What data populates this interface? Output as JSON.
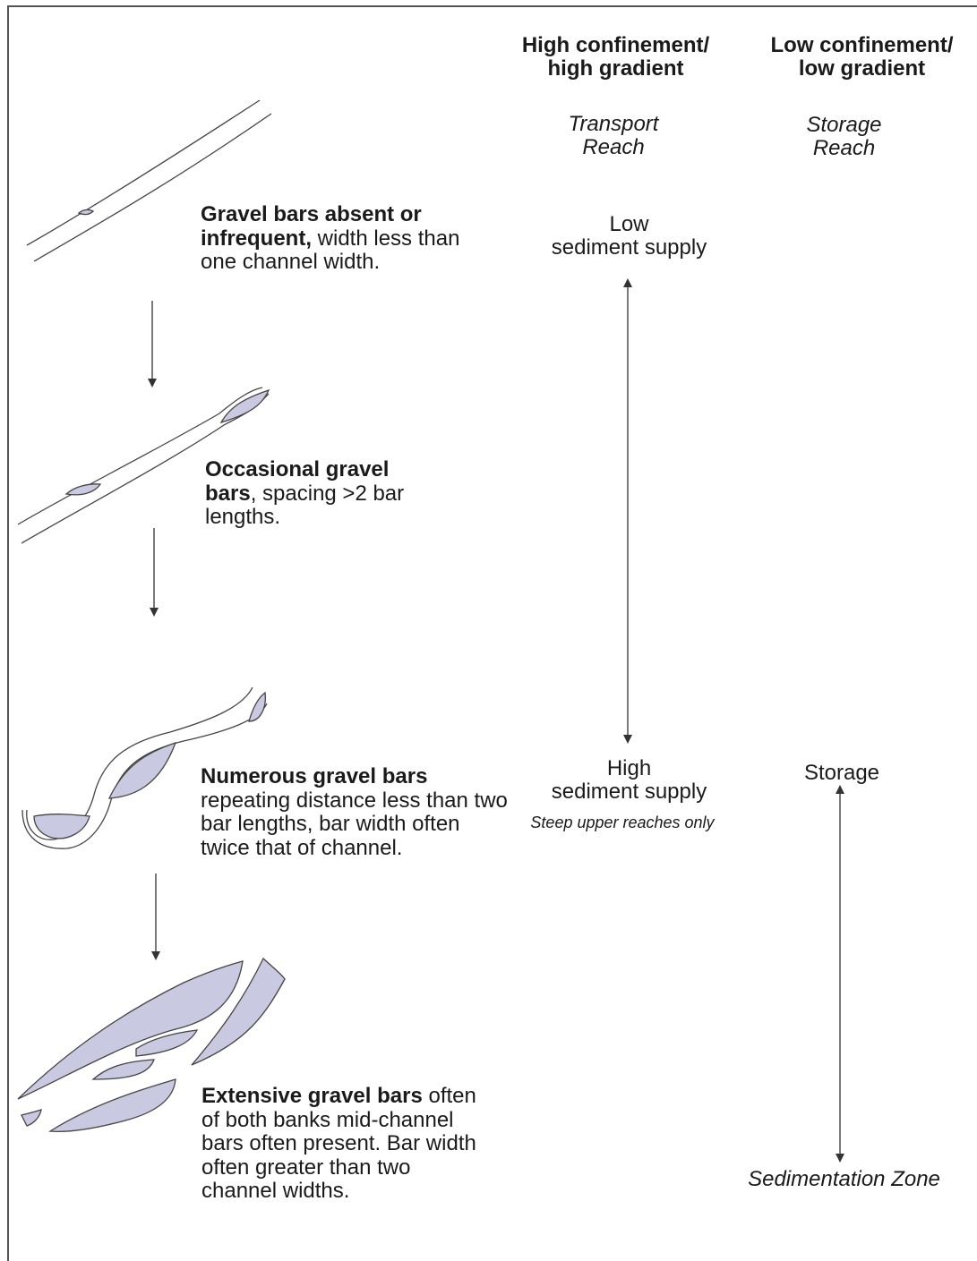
{
  "columns": {
    "high": {
      "title_line1": "High confinement/",
      "title_line2": "high gradient",
      "reach_line1": "Transport",
      "reach_line2": "Reach"
    },
    "low": {
      "title_line1": "Low confinement/",
      "title_line2": "low gradient",
      "reach_line1": "Storage",
      "reach_line2": "Reach"
    }
  },
  "supply": {
    "low_line1": "Low",
    "low_line2": "sediment supply",
    "high_line1": "High",
    "high_line2": "sediment supply",
    "high_note": "Steep upper reaches only"
  },
  "storage": {
    "top": "Storage",
    "bottom": "Sedimentation Zone"
  },
  "stages": [
    {
      "bold": "Gravel bars absent or infrequent,",
      "rest": " width less than one channel width."
    },
    {
      "bold": "Occasional gravel bars",
      "rest": ", spacing >2 bar lengths."
    },
    {
      "bold": "Numerous gravel bars",
      "rest": " repeating distance less than two bar lengths, bar width often twice that of channel."
    },
    {
      "bold": "Extensive gravel bars",
      "rest": " often of both banks mid-channel bars often present. Bar width often greater than two channel widths."
    }
  ],
  "colors": {
    "bar_fill": "#c9c9e2",
    "line": "#333333"
  }
}
